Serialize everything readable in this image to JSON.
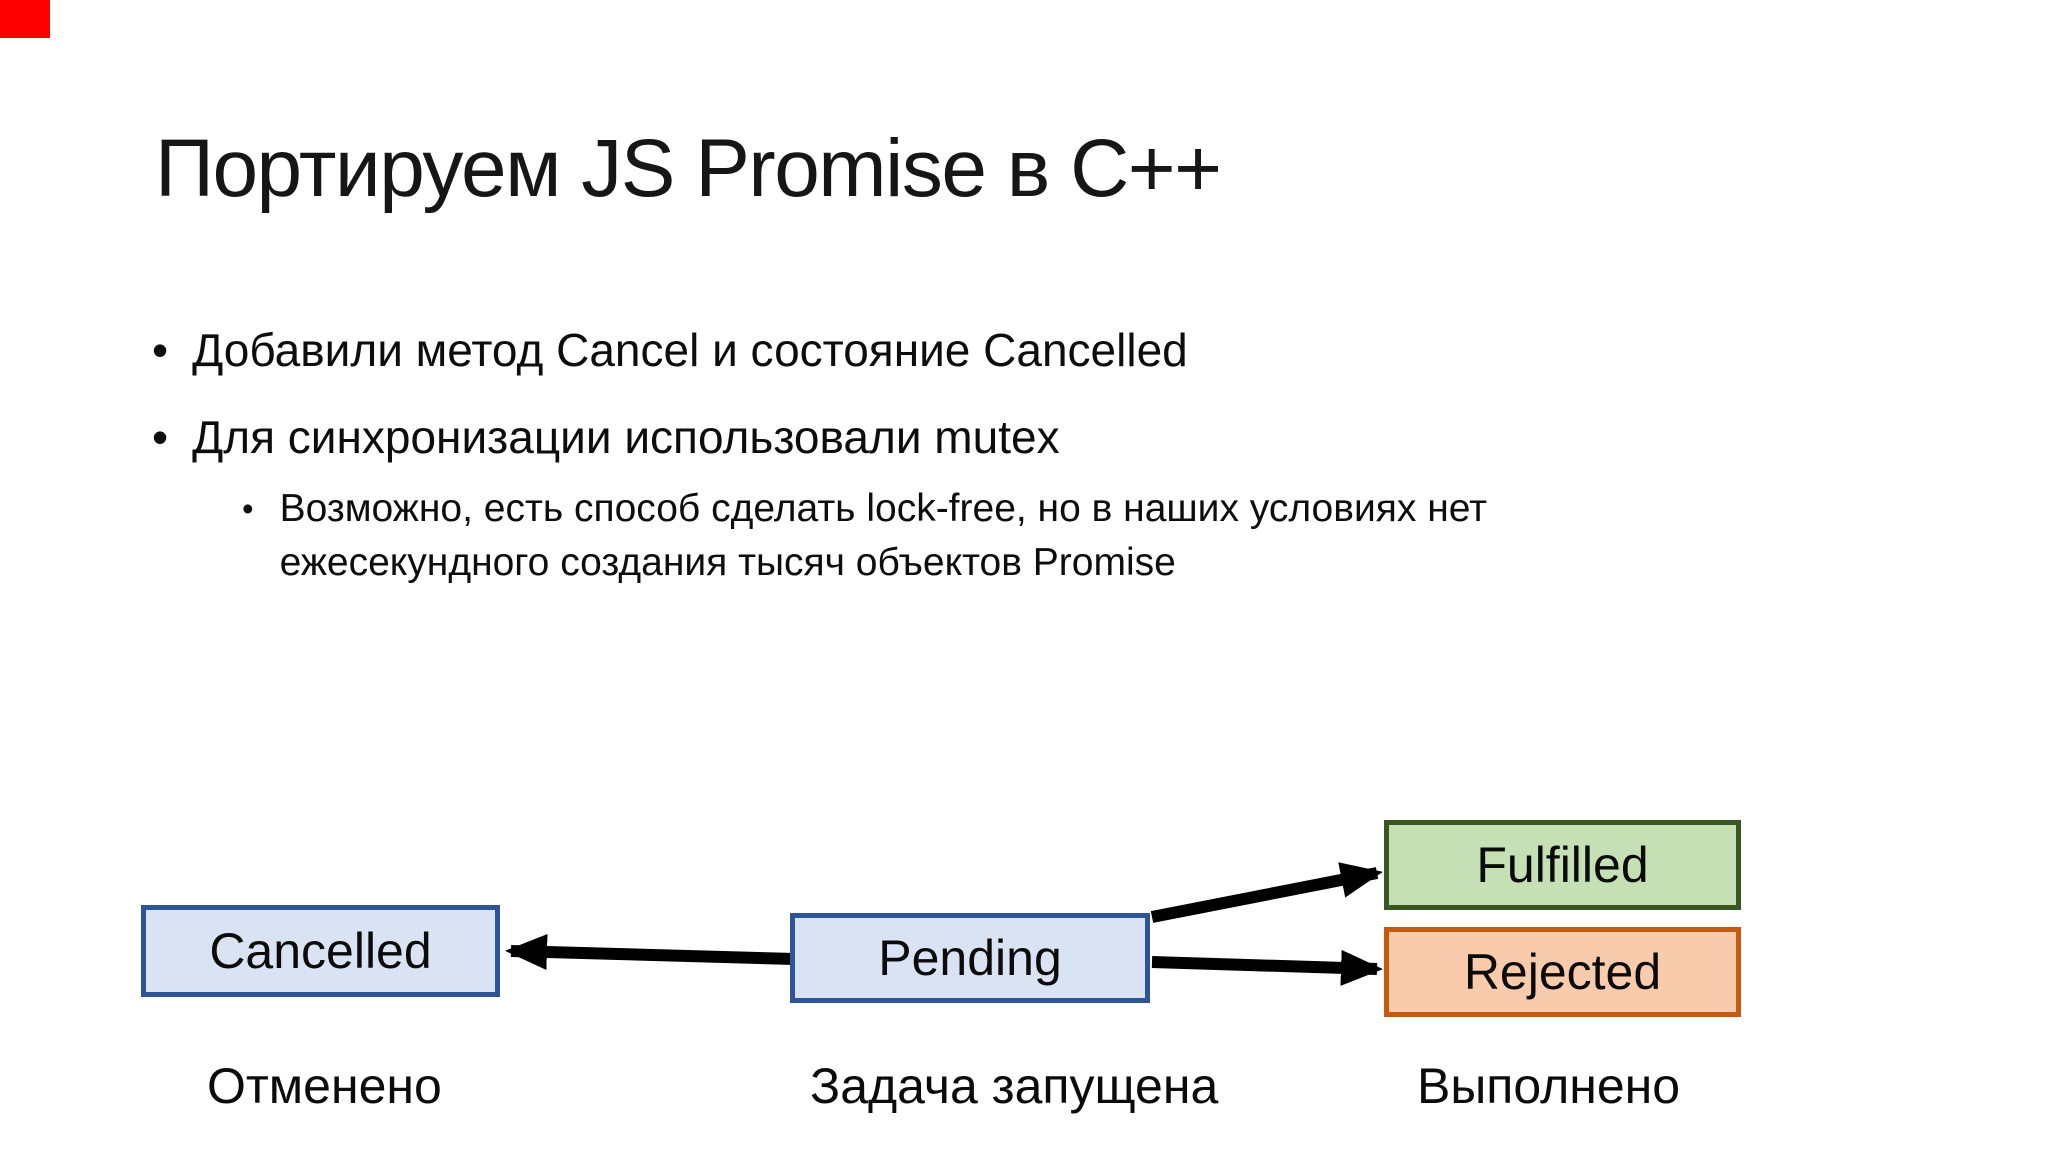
{
  "badge": {
    "color": "#fe0000"
  },
  "slide": {
    "title": "Портируем JS Promise в C++",
    "bullet_glyph": "•",
    "bullets": {
      "item1": "Добавили метод Cancel и состояние Cancelled",
      "item2": "Для синхронизации использовали mutex",
      "sub1": "Возможно, есть способ сделать lock-free, но в наших условиях нет ежесекундного создания тысяч объектов Promise"
    }
  },
  "diagram": {
    "arrow_color": "#000000",
    "states": {
      "cancelled": {
        "label": "Cancelled",
        "fill": "#dae3f3",
        "border": "#2f5597"
      },
      "pending": {
        "label": "Pending",
        "fill": "#dae3f3",
        "border": "#2f5597"
      },
      "fulfilled": {
        "label": "Fulfilled",
        "fill": "#c5e0b4",
        "border": "#385723"
      },
      "rejected": {
        "label": "Rejected",
        "fill": "#f8cbad",
        "border": "#c55a11"
      }
    },
    "transitions": [
      "Pending → Cancelled",
      "Pending → Fulfilled",
      "Pending → Rejected"
    ],
    "captions": {
      "cancelled": "Отменено",
      "pending": "Задача запущена",
      "fulfilled_rejected": "Выполнено"
    }
  }
}
